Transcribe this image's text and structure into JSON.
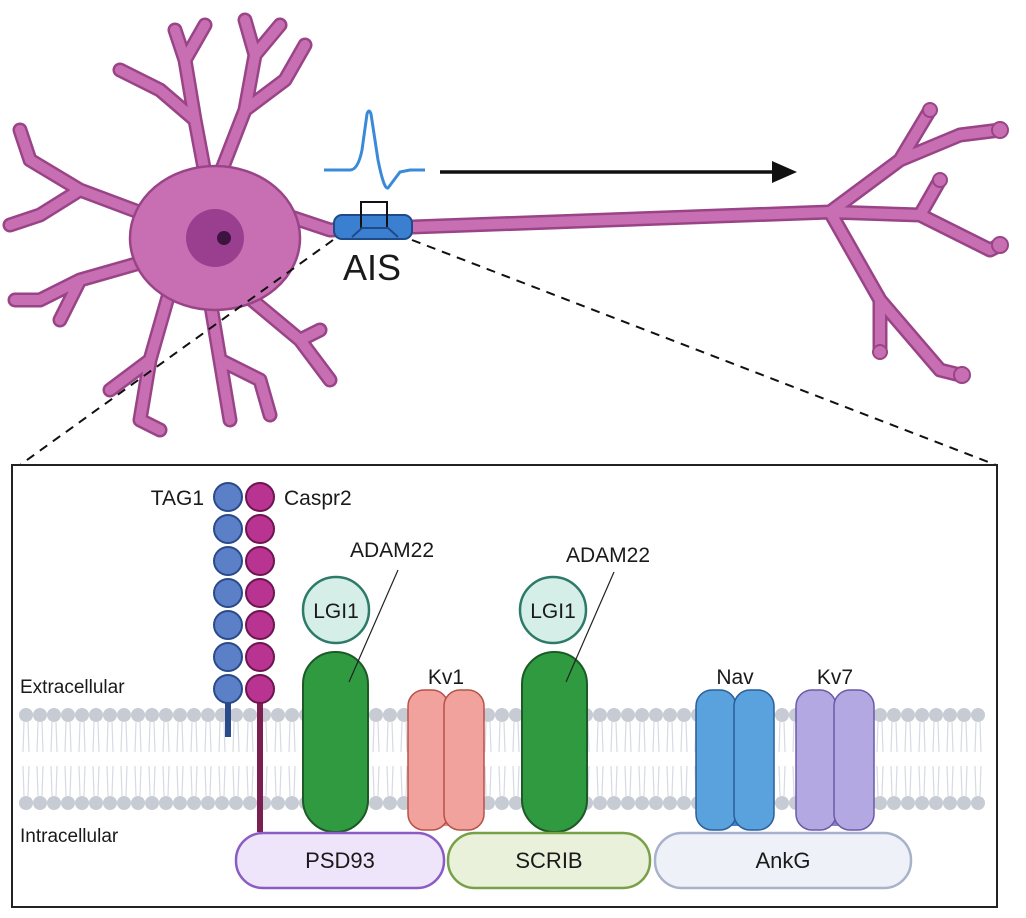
{
  "neuron": {
    "ais_label": "AIS"
  },
  "membrane": {
    "extracellular_label": "Extracellular",
    "intracellular_label": "Intracellular"
  },
  "proteins": {
    "tag1": "TAG1",
    "caspr2": "Caspr2",
    "adam22_a": "ADAM22",
    "lgi1_a": "LGI1",
    "kv1": "Kv1",
    "adam22_b": "ADAM22",
    "lgi1_b": "LGI1",
    "nav": "Nav",
    "kv7": "Kv7",
    "psd93": "PSD93",
    "scrib": "SCRIB",
    "ankg": "AnkG"
  },
  "colors": {
    "neuron": "#c86fb4",
    "neuron_outline": "#9a4488",
    "ais": "#3a7fd0",
    "action_potential": "#3a8ad8",
    "tag1": "#5b80c8",
    "caspr2": "#b83490",
    "adam22": "#2f9a40",
    "lgi1": "#d5efe8",
    "kv1": "#f2a29c",
    "nav": "#5aa2de",
    "kv7": "#b4a8e2",
    "psd93": "#efe5fa",
    "scrib": "#e9f1da",
    "ankg": "#eef2f8",
    "lipid": "#c6cbd4"
  }
}
